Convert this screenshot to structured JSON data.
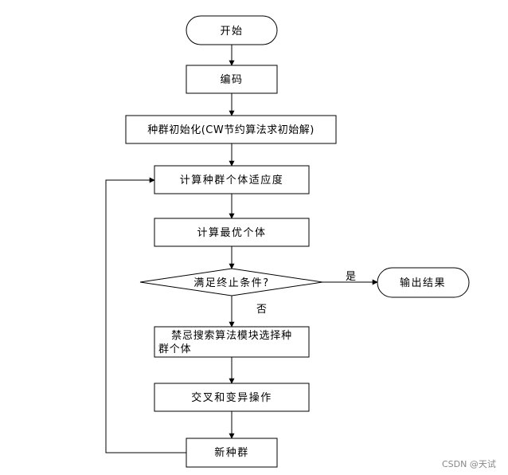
{
  "flowchart": {
    "nodes": {
      "start": "开始",
      "encode": "编码",
      "init": "种群初始化(CW节约算法求初始解)",
      "fitness": "计算种群个体适应度",
      "best": "计算最优个体",
      "decision": "满足终止条件?",
      "output": "输出结果",
      "tabu_line1": "禁忌搜索算法模块选择种",
      "tabu_line2": "群个体",
      "crossover": "交叉和变异操作",
      "new_pop": "新种群"
    },
    "edge_labels": {
      "yes": "是",
      "no": "否"
    }
  },
  "watermark": {
    "text": "CSDN @天试"
  }
}
